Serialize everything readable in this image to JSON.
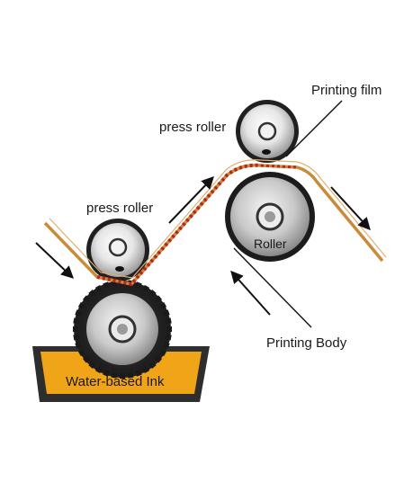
{
  "labels": {
    "printing_film": "Printing film",
    "press_roller_top": "press roller",
    "press_roller_left": "press roller",
    "roller": "Roller",
    "printing_body": "Printing Body",
    "water_based_ink": "Water-based Ink"
  },
  "colors": {
    "ink": "#f0a418",
    "ink_tray": "#333333",
    "web_film": "#c98a3a",
    "dash": "#b9261a",
    "roller_dark": "#222222",
    "roller_light": "#f2f2f2"
  }
}
